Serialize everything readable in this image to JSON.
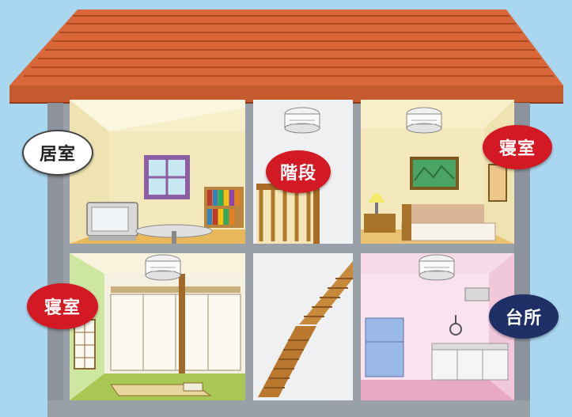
{
  "labels": {
    "living_room": "居室",
    "stairs": "階段",
    "bedroom_upper": "寝室",
    "bedroom_lower": "寝室",
    "kitchen": "台所"
  },
  "colors": {
    "sky": "#a9d7ef",
    "roof": "#d9673a",
    "roof_edge": "#b04a22",
    "wall_frame": "#9aa0a8",
    "alarm_highlight_red": "#d31a24",
    "alarm_highlight_navy": "#1e2f66",
    "label_plain": "#ffffff"
  },
  "icons": [
    "smoke-detector-icon",
    "window-icon",
    "television-icon",
    "bookshelf-icon",
    "lamp-icon",
    "bed-icon",
    "painting-icon",
    "sliding-door-icon",
    "stove-icon",
    "refrigerator-icon",
    "staircase-icon"
  ]
}
